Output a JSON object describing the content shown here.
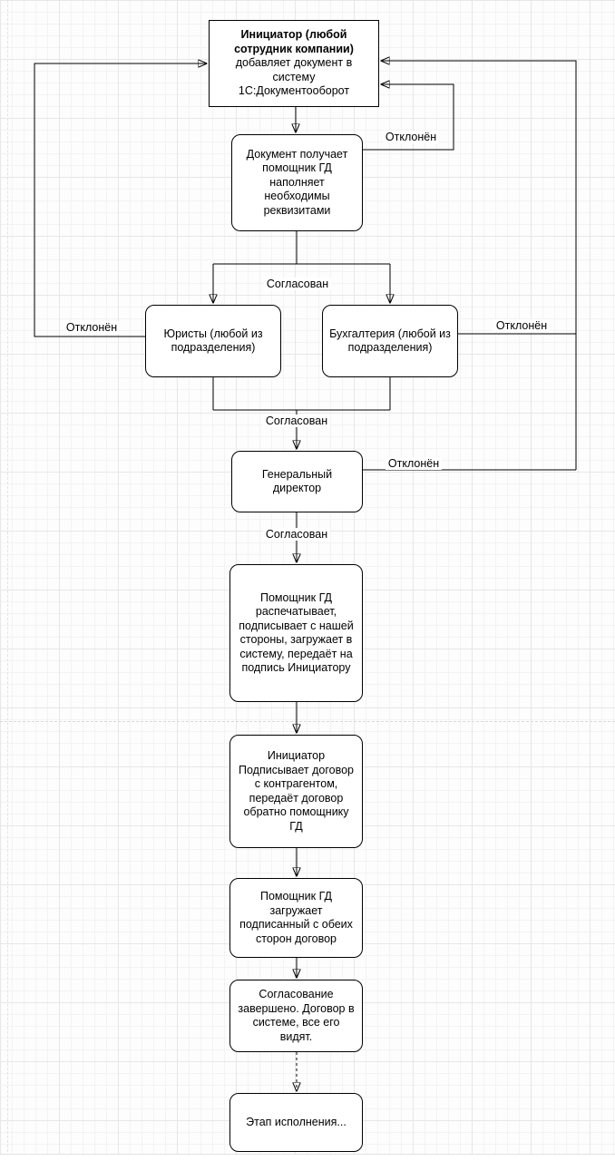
{
  "colors": {
    "node_fill": "#ffffff",
    "node_border": "#000000",
    "edge": "#000000",
    "grid": "#e7e7e7"
  },
  "nodes": {
    "initiator_add": {
      "title": "Инициатор (любой сотрудник компании)",
      "body": "добавляет документ в систему 1С:Документооборот"
    },
    "assistant_requisites": {
      "text": "Документ получает помощник ГД наполняет необходимы реквизитами"
    },
    "lawyers": {
      "text": "Юристы (любой из подразделения)"
    },
    "accounting": {
      "text": "Бухгалтерия (любой из подразделения)"
    },
    "ceo": {
      "text": "Генеральный директор"
    },
    "assistant_print_sign": {
      "text": "Помощник ГД распечатывает, подписывает с нашей стороны, загружает в систему, передаёт на подпись Инициатору"
    },
    "initiator_sign": {
      "text": "Инициатор Подписывает договор с контрагентом, передаёт договор обратно помощнику ГД"
    },
    "assistant_upload": {
      "text": "Помощник ГД загружает подписанный с обеих сторон договор"
    },
    "approval_done": {
      "text": "Согласование завершено. Договор в системе, все его видят."
    },
    "execution_stage": {
      "text": "Этап исполнения..."
    }
  },
  "edge_labels": {
    "approved_to_departments": "Согласован",
    "approved_to_ceo": "Согласован",
    "approved_by_ceo": "Согласован",
    "rejected_by_assistant": "Отклонён",
    "rejected_by_lawyers": "Отклонён",
    "rejected_by_accounting": "Отклонён",
    "rejected_by_ceo": "Отклонён"
  }
}
